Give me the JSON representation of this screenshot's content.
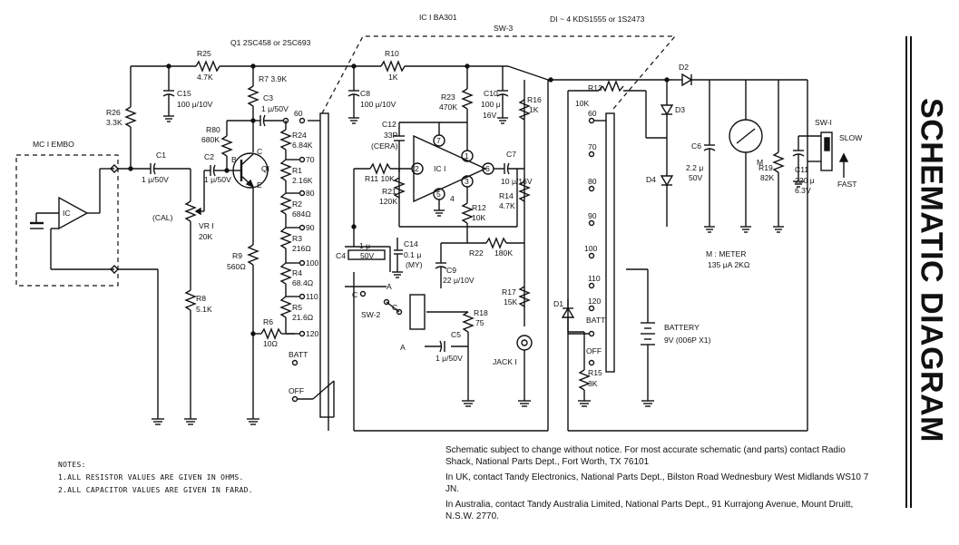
{
  "title": "SCHEMATIC DIAGRAM",
  "ic_labels": {
    "ic1": "IC I  BA301",
    "q1": "Q1  2SC458 or 2SC693",
    "diodes": "DI ~ 4  KDS1555 or 1S2473",
    "sw3": "SW-3",
    "sw2": "SW-2",
    "sw1": "SW-I",
    "mc1": "MC I  EMBO",
    "ic_small": "IC",
    "ic_main": "IC I",
    "q1_short": "QI",
    "jack": "JACK I",
    "meter_spec": "M : METER",
    "meter_range": "135 μA 2KΩ",
    "meter_m": "M",
    "battery": "BATTERY",
    "battery_spec": "9V (006P X1)",
    "slow": "SLOW",
    "fast": "FAST",
    "cal": "(CAL)",
    "batt": "BATT",
    "off": "OFF",
    "c_letter": "C",
    "a_letter": "A",
    "b_letter": "B",
    "e_letter": "E"
  },
  "components": {
    "r25": "R25",
    "r25v": "4.7K",
    "r26": "R26",
    "r26v": "3.3K",
    "r7": "R7 3.9K",
    "c15": "C15",
    "c15v": "100 μ/10V",
    "c3": "C3",
    "c3v": "1 μ/50V",
    "r80": "R80",
    "r80v": "680K",
    "c2": "C2",
    "c2v": "1 μ/50V",
    "c1": "C1",
    "c1v": "1 μ/50V",
    "vr1": "VR I",
    "vr1v": "20K",
    "r8": "R8",
    "r8v": "5.1K",
    "r9": "R9",
    "r9v": "560Ω",
    "r6": "R6",
    "r6v": "10Ω",
    "r24": "R24",
    "r24v": "6.84K",
    "r1": "R1",
    "r1v": "2.16K",
    "r2": "R2",
    "r2v": "684Ω",
    "r3": "R3",
    "r3v": "216Ω",
    "r4": "R4",
    "r4v": "68.4Ω",
    "r5": "R5",
    "r5v": "21.6Ω",
    "r10": "R10",
    "r10v": "1K",
    "c8": "C8",
    "c8v": "100 μ/10V",
    "r23": "R23",
    "r23v": "470K",
    "c10": "C10",
    "c10v": "100 μ",
    "c10v2": "16V",
    "c12": "C12",
    "c12v": "33P",
    "c12v2": "(CERA)",
    "r11": "R11 10K",
    "r21": "R21",
    "r21v": "120K",
    "c4": "C4",
    "c4v": "1 μ",
    "c4v2": "50V",
    "c14": "C14",
    "c14v": "0.1 μ",
    "c14v2": "(MY)",
    "c9": "C9",
    "c9v": "22 μ/10V",
    "r12": "R12",
    "r12v": "10K",
    "r22": "R22",
    "r22v": "180K",
    "c7": "C7",
    "c7v": "10 μ/16V",
    "r14": "R14",
    "r14v": "4.7K",
    "r16": "R16",
    "r16v": "1K",
    "r17": "R17",
    "r17v": "15K",
    "r18": "R18",
    "r18v": "75",
    "c5": "C5",
    "c5v": "1 μ/50V",
    "r13": "R13",
    "r13v": "10K",
    "d1": "D1",
    "d2": "D2",
    "d3": "D3",
    "d4": "D4",
    "c6": "C6",
    "c6v": "2.2 μ",
    "c6v2": "50V",
    "r19": "R19",
    "r19v": "82K",
    "c11": "C11",
    "c11v": "220 μ",
    "c11v2": "6.3V",
    "r15": "R15",
    "r15v": "3K"
  },
  "range_positions": [
    "60",
    "70",
    "80",
    "90",
    "100",
    "110",
    "120"
  ],
  "pins": [
    "1",
    "2",
    "3",
    "4",
    "5",
    "6",
    "7"
  ],
  "notes": {
    "heading": "NOTES:",
    "line1": "1.ALL RESISTOR VALUES ARE GIVEN IN OHMS.",
    "line2": "2.ALL CAPACITOR VALUES ARE GIVEN IN FARAD."
  },
  "info": {
    "p1": "Schematic subject to change without notice.  For most accurate schematic (and parts) contact Radio Shack, National Parts Dept., Fort Worth, TX 76101",
    "p2": "In UK, contact Tandy Electronics, National Parts Dept., Bilston Road Wednesbury West Midlands WS10 7 JN.",
    "p3": "In Australia, contact Tandy Australia Limited, National Parts Dept., 91 Kurrajong Avenue, Mount Druitt, N.S.W. 2770."
  }
}
